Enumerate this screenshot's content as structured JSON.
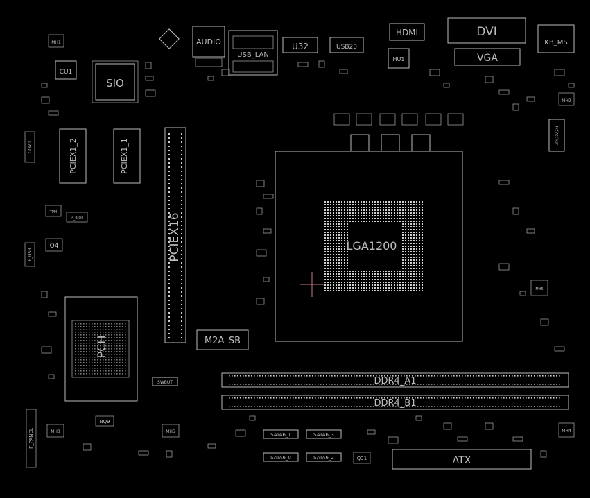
{
  "labels": {
    "audio": "AUDIO",
    "usb_lan": "USB_LAN",
    "u32": "U32",
    "usb20": "USB20",
    "hdmi": "HDMI",
    "dvi": "DVI",
    "vga": "VGA",
    "kb_ms": "KB_MS",
    "sio": "SIO",
    "cu1": "CU1",
    "hu1": "HU1",
    "pciex1_2": "PCIEX1_2",
    "pciex1_1": "PCIEX1_1",
    "pciex16": "PCIEX16",
    "cpu_socket": "LGA1200",
    "pch": "PCH",
    "m2a_sb": "M2A_SB",
    "ddr4_a1": "DDR4_A1",
    "ddr4_b1": "DDR4_B1",
    "atx": "ATX",
    "q4": "Q4",
    "nq9": "NQ9",
    "q31": "Q31",
    "sata6g_1": "SATA6_1",
    "sata6g_3": "SATA6_3",
    "sata6g_0": "SATA6_0",
    "sata6g_2": "SATA6_2",
    "f_panel": "F_PANEL",
    "f_usb": "F_USB",
    "mh1": "MH1",
    "mh2": "MH2",
    "mh3": "MH3",
    "mh4": "MH4",
    "mh5": "MH5",
    "mh6": "MH6",
    "tpm": "TPM",
    "m_bios": "M_BIOS",
    "swbut": "SWBUT",
    "com1": "COM1",
    "atx_12v": "ATX_12V_2X4"
  },
  "colors": {
    "background": "#000000",
    "outline": "#bdbdbd",
    "crosshair": "#c77a8a"
  }
}
